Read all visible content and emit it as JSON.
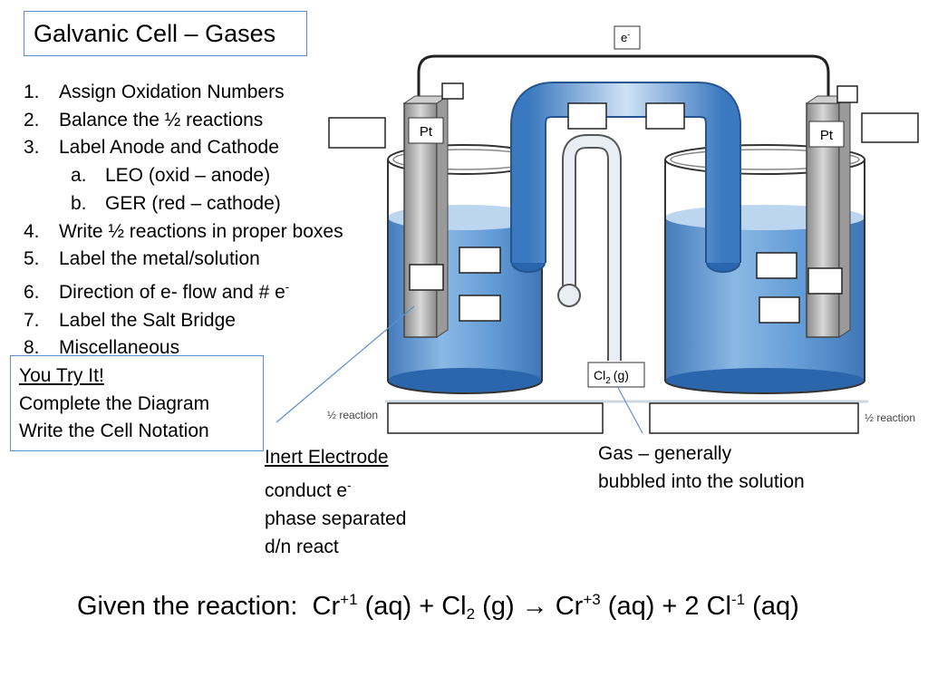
{
  "title": "Galvanic Cell – Gases",
  "steps": [
    {
      "num": "1.",
      "text": "Assign Oxidation Numbers"
    },
    {
      "num": "2.",
      "text": "Balance the ½ reactions"
    },
    {
      "num": "3.",
      "text": "Label Anode and Cathode"
    },
    {
      "num": "a.",
      "text": "LEO (oxid – anode)"
    },
    {
      "num": "b.",
      "text": "GER (red – cathode)"
    },
    {
      "num": "4.",
      "text": "Write ½ reactions in proper boxes"
    },
    {
      "num": "5.",
      "text": "Label the metal/solution"
    },
    {
      "num": "6.",
      "text": "Direction of e- flow and # e",
      "sup": "-"
    },
    {
      "num": "7.",
      "text": "Label the Salt Bridge"
    },
    {
      "num": "8.",
      "text": "Miscellaneous"
    }
  ],
  "try_it": {
    "line1": "You Try It!",
    "line2": "Complete the Diagram",
    "line3": "Write the Cell Notation"
  },
  "inert_note": {
    "heading": "Inert Electrode",
    "line2": "conduct e",
    "line2_sup": "-",
    "line3": "phase separated",
    "line4": "d/n react"
  },
  "gas_note": {
    "line1": "Gas – generally",
    "line2": "bubbled into the solution"
  },
  "diagram": {
    "electron_label": "e",
    "electron_sup": "-",
    "left_electrode": "Pt",
    "right_electrode": "Pt",
    "gas_tube_label": "Cl",
    "gas_tube_sub": "2",
    "gas_tube_phase": "(g)",
    "half_reaction_left": "½ reaction",
    "half_reaction_right": "½ reaction"
  },
  "reaction": {
    "prefix": "Given the reaction:",
    "r1": "Cr",
    "r1_sup": "+1",
    "r1_state": "(aq) + Cl",
    "r2_sub": "2",
    "r2_state": "(g) → Cr",
    "p1_sup": "+3",
    "p1_state": "(aq) + 2 Cl",
    "p2_sup": "-1",
    "p2_state": "(aq)"
  },
  "colors": {
    "frame_blue": "#5b8fd1",
    "solution_light": "#cfe1f4",
    "solution_dark": "#3f7fc4",
    "electrode_gray": "#b0b0b0"
  }
}
